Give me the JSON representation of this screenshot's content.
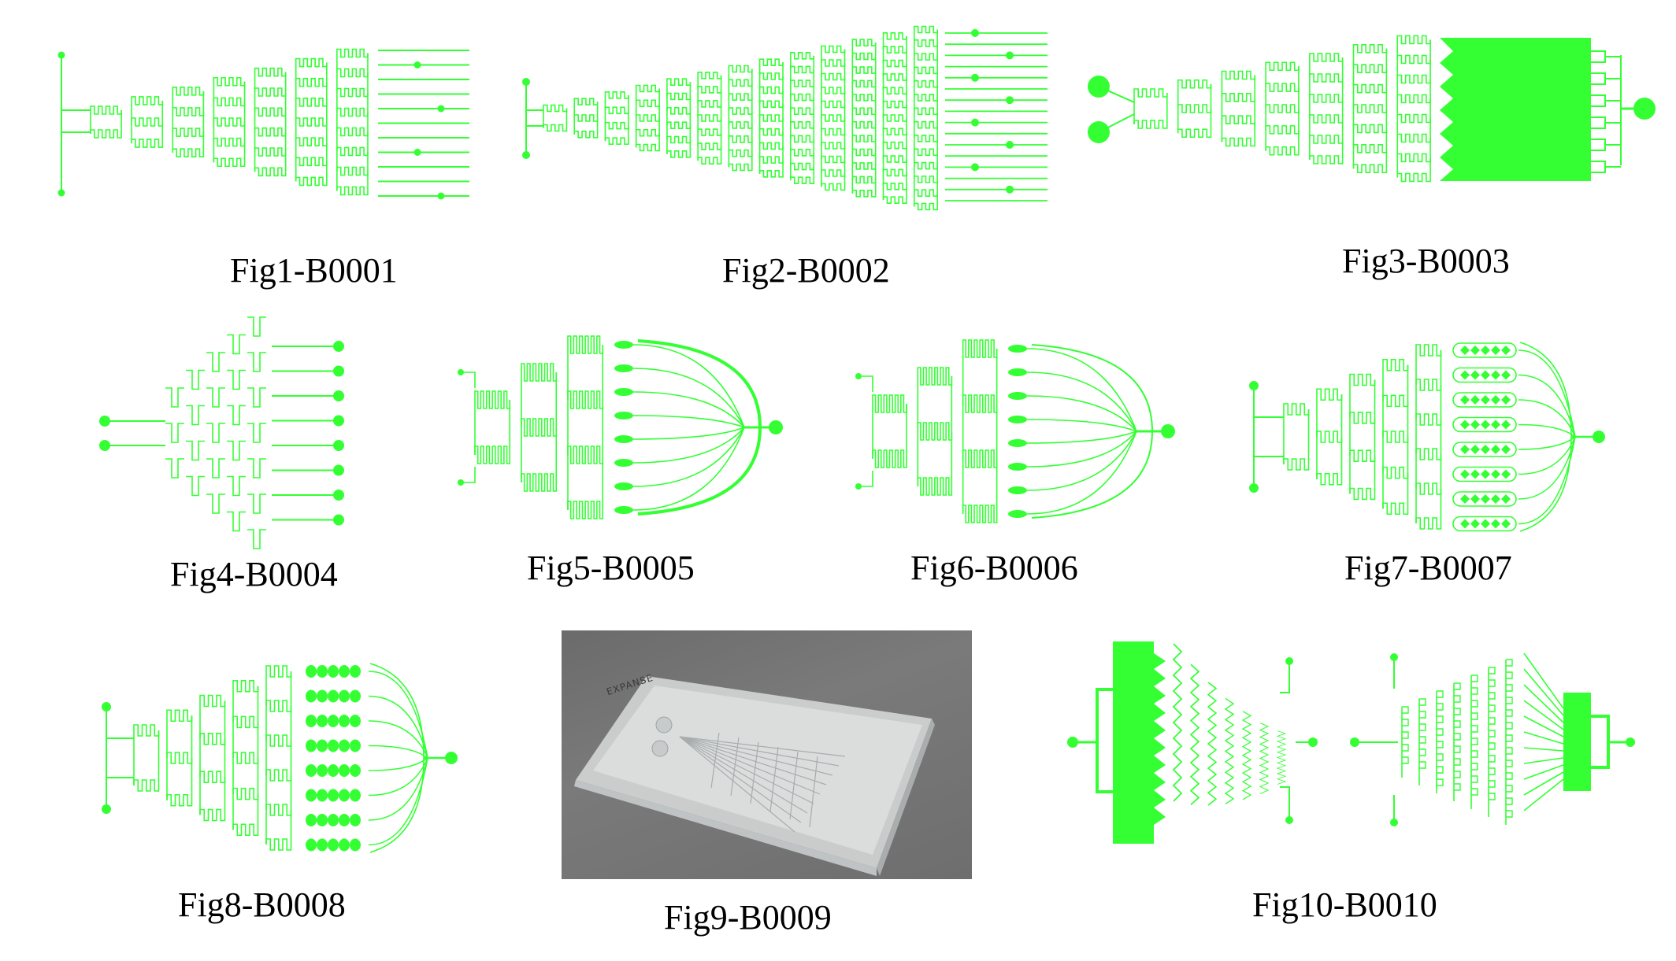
{
  "figure": {
    "accent_color": "#33ff33",
    "panels": [
      {
        "id": "fig1",
        "caption": "Fig1-B0001"
      },
      {
        "id": "fig2",
        "caption": "Fig2-B0002"
      },
      {
        "id": "fig3",
        "caption": "Fig3-B0003"
      },
      {
        "id": "fig4",
        "caption": "Fig4-B0004"
      },
      {
        "id": "fig5",
        "caption": "Fig5-B0005"
      },
      {
        "id": "fig6",
        "caption": "Fig6-B0006"
      },
      {
        "id": "fig7",
        "caption": "Fig7-B0007"
      },
      {
        "id": "fig8",
        "caption": "Fig8-B0008"
      },
      {
        "id": "fig9",
        "caption": "Fig9-B0009",
        "photo_label": "EXPANSE"
      },
      {
        "id": "fig10",
        "caption": "Fig10-B0010"
      }
    ]
  }
}
